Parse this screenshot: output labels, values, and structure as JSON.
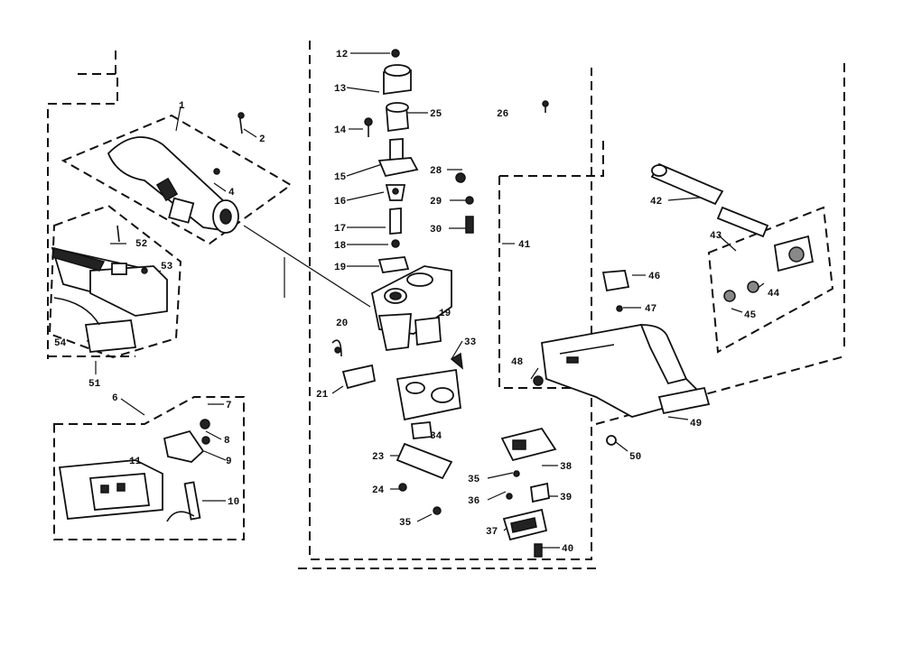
{
  "diagram": {
    "labels": [
      {
        "id": "p1",
        "text": "1"
      },
      {
        "id": "p2",
        "text": "2"
      },
      {
        "id": "p4",
        "text": "4"
      },
      {
        "id": "p52",
        "text": "52"
      },
      {
        "id": "p53",
        "text": "53"
      },
      {
        "id": "p54",
        "text": "54"
      },
      {
        "id": "p51",
        "text": "51"
      },
      {
        "id": "p6",
        "text": "6"
      },
      {
        "id": "p7",
        "text": "7"
      },
      {
        "id": "p8",
        "text": "8"
      },
      {
        "id": "p9",
        "text": "9"
      },
      {
        "id": "p10",
        "text": "10"
      },
      {
        "id": "p11",
        "text": "11"
      },
      {
        "id": "p12",
        "text": "12"
      },
      {
        "id": "p13",
        "text": "13"
      },
      {
        "id": "p14",
        "text": "14"
      },
      {
        "id": "p25",
        "text": "25"
      },
      {
        "id": "p15",
        "text": "15"
      },
      {
        "id": "p16",
        "text": "16"
      },
      {
        "id": "p17",
        "text": "17"
      },
      {
        "id": "p18",
        "text": "18"
      },
      {
        "id": "p19a",
        "text": "19"
      },
      {
        "id": "p19b",
        "text": "19"
      },
      {
        "id": "p20",
        "text": "20"
      },
      {
        "id": "p21",
        "text": "21"
      },
      {
        "id": "p26",
        "text": "26"
      },
      {
        "id": "p28",
        "text": "28"
      },
      {
        "id": "p29",
        "text": "29"
      },
      {
        "id": "p30",
        "text": "30"
      },
      {
        "id": "p33",
        "text": "33"
      },
      {
        "id": "p34",
        "text": "34"
      },
      {
        "id": "p23",
        "text": "23"
      },
      {
        "id": "p24",
        "text": "24"
      },
      {
        "id": "p35a",
        "text": "35"
      },
      {
        "id": "p35b",
        "text": "35"
      },
      {
        "id": "p36",
        "text": "36"
      },
      {
        "id": "p37",
        "text": "37"
      },
      {
        "id": "p38",
        "text": "38"
      },
      {
        "id": "p39",
        "text": "39"
      },
      {
        "id": "p40",
        "text": "40"
      },
      {
        "id": "p41",
        "text": "41"
      },
      {
        "id": "p42",
        "text": "42"
      },
      {
        "id": "p43",
        "text": "43"
      },
      {
        "id": "p44",
        "text": "44"
      },
      {
        "id": "p45",
        "text": "45"
      },
      {
        "id": "p46",
        "text": "46"
      },
      {
        "id": "p47",
        "text": "47"
      },
      {
        "id": "p48",
        "text": "48"
      },
      {
        "id": "p49",
        "text": "49"
      },
      {
        "id": "p50",
        "text": "50"
      }
    ]
  }
}
